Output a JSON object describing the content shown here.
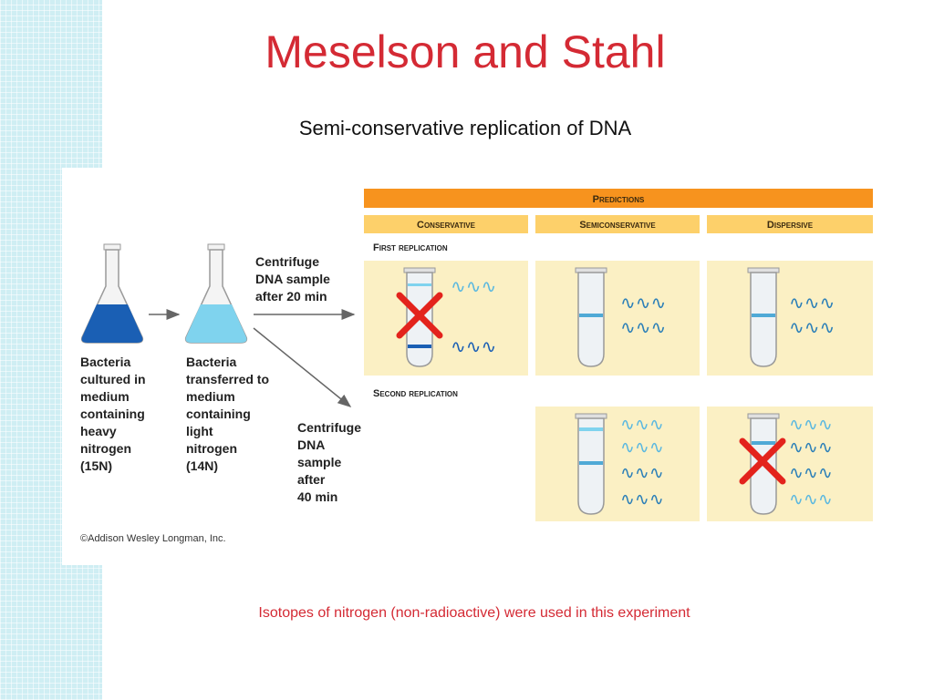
{
  "slide": {
    "title": "Meselson and Stahl",
    "subtitle": "Semi-conservative replication of DNA",
    "footer_note": "Isotopes of nitrogen (non-radioactive) were used in this experiment"
  },
  "figure": {
    "flask1_label": [
      "Bacteria",
      "cultured in",
      "medium",
      "containing",
      "heavy",
      "nitrogen",
      "(15N)"
    ],
    "flask2_label": [
      "Bacteria",
      "transferred to",
      "medium",
      "containing",
      "light",
      "nitrogen",
      "(14N)"
    ],
    "centrifuge_20": [
      "Centrifuge",
      "DNA sample",
      "after 20 min"
    ],
    "centrifuge_40": [
      "Centrifuge",
      "DNA",
      "sample",
      "after",
      "40 min"
    ],
    "predictions_header": "Predictions",
    "columns": [
      "Conservative",
      "Semiconservative",
      "Dispersive"
    ],
    "first_replication": "First replication",
    "second_replication": "Second replication",
    "copyright": "©Addison Wesley Longman, Inc."
  },
  "colors": {
    "title": "#d42a34",
    "orange_header": "#f7931e",
    "column_header": "#fdd06a",
    "panel": "#fbf0c4",
    "heavy_medium": "#1a5fb4",
    "light_medium": "#7fd3ee",
    "band": "#4fa9d6",
    "x_mark": "#e3231c"
  }
}
